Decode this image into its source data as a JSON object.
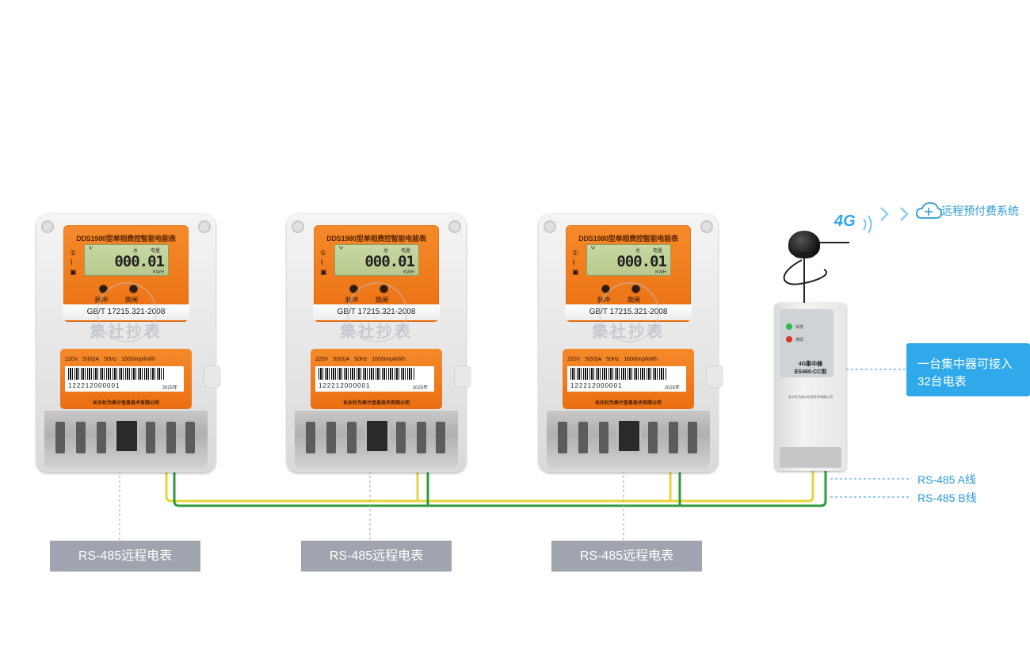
{
  "meters": [
    {
      "title": "DDS1980型单相费控智能电能表",
      "reading": "000.01",
      "unit": "KWH",
      "total_label": "总",
      "energy_label": "电量",
      "pulse_label": "脉冲",
      "trip_label": "跳闸",
      "standard": "GB/T 17215.321-2008",
      "watermark": "集社抄表",
      "spec_voltage": "220V",
      "spec_current": "5(60)A",
      "spec_freq": "50Hz",
      "spec_const": "1600imp/kWh",
      "serial": "122212000001",
      "year": "2025年",
      "maker": "长沙社为表计信息技术有限公司",
      "caption": "RS-485远程电表"
    },
    {
      "title": "DDS1980型单相费控智能电能表",
      "reading": "000.01",
      "unit": "KWH",
      "total_label": "总",
      "energy_label": "电量",
      "pulse_label": "脉冲",
      "trip_label": "跳闸",
      "standard": "GB/T 17215.321-2008",
      "watermark": "集社抄表",
      "spec_voltage": "220V",
      "spec_current": "5(60)A",
      "spec_freq": "50Hz",
      "spec_const": "1600imp/kWh",
      "serial": "122212000001",
      "year": "2025年",
      "maker": "长沙社为表计信息技术有限公司",
      "caption": "RS-485远程电表"
    },
    {
      "title": "DDS1980型单相费控智能电能表",
      "reading": "000.01",
      "unit": "KWH",
      "total_label": "总",
      "energy_label": "电量",
      "pulse_label": "脉冲",
      "trip_label": "跳闸",
      "standard": "GB/T 17215.321-2008",
      "watermark": "集社抄表",
      "spec_voltage": "220V",
      "spec_current": "5(60)A",
      "spec_freq": "50Hz",
      "spec_const": "1600imp/kWh",
      "serial": "122212000001",
      "year": "2025年",
      "maker": "长沙社为表计信息技术有限公司",
      "caption": "RS-485远程电表"
    }
  ],
  "concentrator": {
    "status_label": "状态",
    "comm_label": "通讯",
    "name": "4G集中器",
    "model": "ES460-CC型",
    "maker": "长沙社为表计信息技术有限公司"
  },
  "network": {
    "label": "4G",
    "system": "远程预付费系统"
  },
  "callout": {
    "line1": "一台集中器可接入",
    "line2": "32台电表"
  },
  "bus_labels": {
    "a": "RS-485 A线",
    "b": "RS-485 B线"
  },
  "colors": {
    "accent": "#2fa9ea",
    "meter_orange": "#f07a1a",
    "wire_a": "#e6d43a",
    "wire_b": "#2e9a3c",
    "caption_bg": "#9fa4ae"
  }
}
